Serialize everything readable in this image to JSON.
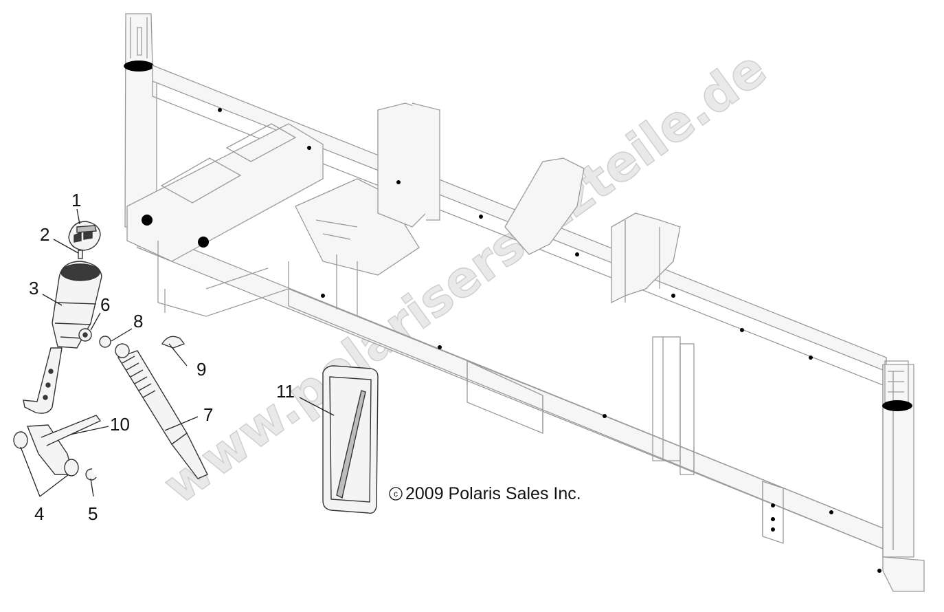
{
  "callouts": [
    {
      "id": "1",
      "label": "1"
    },
    {
      "id": "2",
      "label": "2"
    },
    {
      "id": "3",
      "label": "3"
    },
    {
      "id": "4",
      "label": "4"
    },
    {
      "id": "5",
      "label": "5"
    },
    {
      "id": "6",
      "label": "6"
    },
    {
      "id": "7",
      "label": "7"
    },
    {
      "id": "8",
      "label": "8"
    },
    {
      "id": "9",
      "label": "9"
    },
    {
      "id": "10",
      "label": "10"
    },
    {
      "id": "11",
      "label": "11"
    }
  ],
  "copyright": "2009 Polaris Sales Inc.",
  "copyright_symbol": "c",
  "watermark": "www.polarisersatzteile.de"
}
